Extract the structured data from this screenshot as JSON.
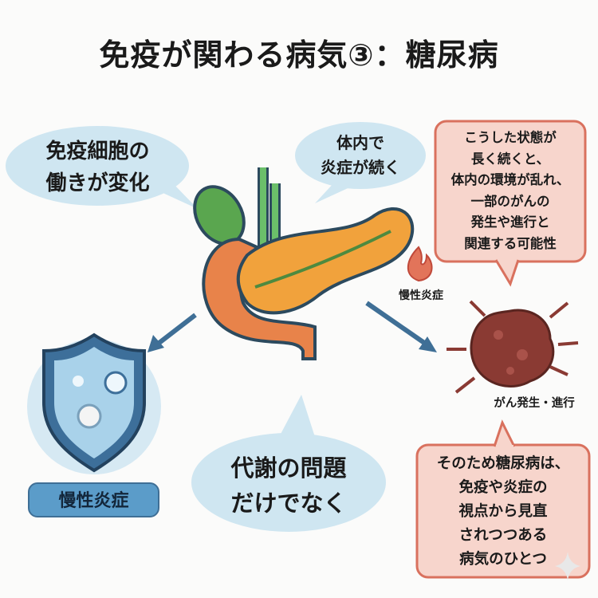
{
  "title": "免疫が関わる病気③：糖尿病",
  "bubbles": {
    "immune_cells": [
      "免疫細胞の",
      "働きが変化"
    ],
    "inflammation_continues": [
      "体内で",
      "炎症が続く"
    ],
    "not_just_metabolism": [
      "代謝の問題",
      "だけでなく"
    ]
  },
  "notes": {
    "top_right": [
      "こうした状態が",
      "長く続くと、",
      "体内の環境が乱れ、",
      "一部のがんの",
      "発生や進行と",
      "関連する可能性"
    ],
    "bottom_right": [
      "そのため糖尿病は、",
      "免疫や炎症の",
      "視点から見直",
      "されつつある",
      "病気のひとつ"
    ]
  },
  "labels": {
    "flame": "慢性炎症",
    "cancer": "がん発生・進行",
    "shield_badge": "慢性炎症"
  },
  "colors": {
    "bubble_blue": "#cfe6f1",
    "note_pink": "#f7d5cc",
    "note_border": "#d9715e",
    "arrow_blue": "#3f6f96",
    "cancer_red": "#8a3a33"
  }
}
